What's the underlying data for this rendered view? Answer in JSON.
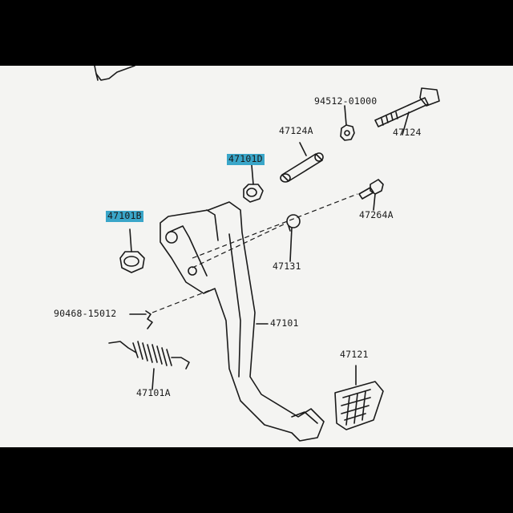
{
  "parts": {
    "p94512": "94512-01000",
    "p47124A": "47124A",
    "p47124": "47124",
    "p47101D": "47101D",
    "p47101B": "47101B",
    "p47264A": "47264A",
    "p47131": "47131",
    "p90468": "90468-15012",
    "p47101": "47101",
    "p47101A": "47101A",
    "p47121": "47121"
  },
  "colors": {
    "highlight": "#3aa6c9",
    "paper": "#f4f4f2",
    "ink": "#1a1a1a"
  },
  "highlighted_parts": [
    "47101D",
    "47101B"
  ]
}
